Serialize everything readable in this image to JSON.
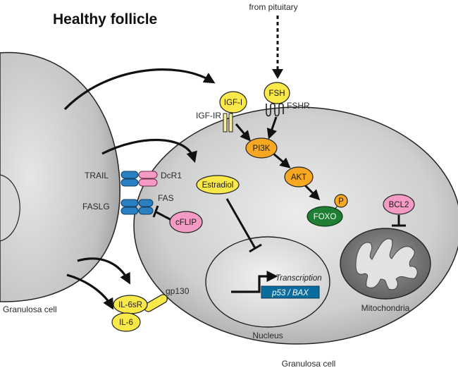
{
  "title": "Healthy follicle",
  "source_label": "from pituitary",
  "cells": {
    "left_cell_label": "Granulosa cell",
    "right_cell_label": "Granulosa cell",
    "nucleus_label": "Nucleus",
    "mitochondria_label": "Mitochondria"
  },
  "molecules": {
    "igf1": "IGF-I",
    "igf1r": "IGF-IR",
    "fsh": "FSH",
    "fshr": "FSHR",
    "pi3k": "PI3K",
    "akt": "AKT",
    "p": "P",
    "foxo": "FOXO",
    "bcl2": "BCL2",
    "estradiol": "Estradiol",
    "trail": "TRAIL",
    "dcr1": "DcR1",
    "fas": "FAS",
    "faslg": "FASLG",
    "cflip": "cFLIP",
    "il6sr": "IL-6sR",
    "il6": "IL-6",
    "gp130": "gp130"
  },
  "nucleus": {
    "transcription": "Transcription",
    "gene": "p53 / BAX"
  },
  "colors": {
    "yellow": "#fbe94a",
    "orange": "#f7a823",
    "pink": "#f39bc4",
    "green": "#1e7e34",
    "blue_receptor": "#2a7fc1",
    "gene_box": "#0b6c9e",
    "cell_fill": "#c8c8c8"
  }
}
